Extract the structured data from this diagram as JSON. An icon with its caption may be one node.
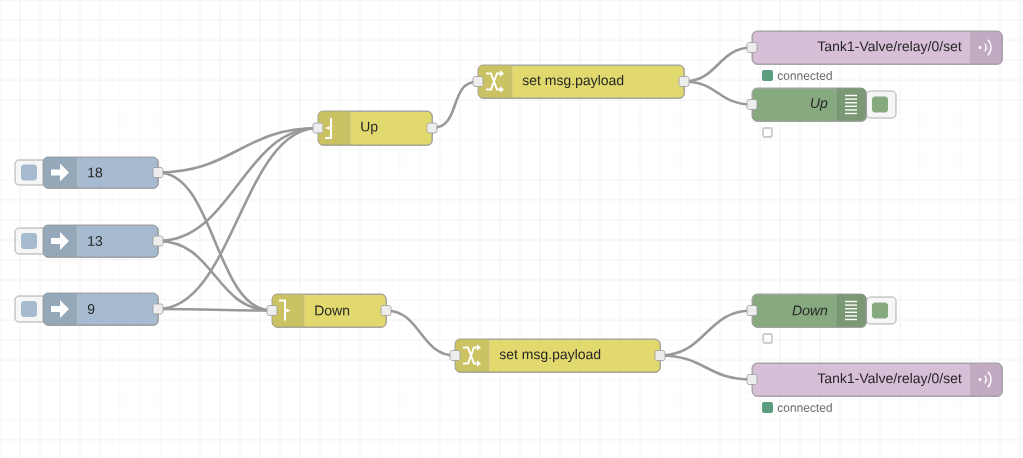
{
  "diagram": {
    "nodes": [
      {
        "text": [
          "Tank1-Valve/relay/0/set"
        ],
        "beside": [
          "connected"
        ]
      },
      {
        "text": [
          "set msg.payload"
        ]
      },
      {
        "text": [
          "Up"
        ]
      },
      {
        "text": [
          "Up"
        ]
      },
      {
        "text": [
          "18"
        ]
      },
      {
        "text": [
          "13"
        ]
      },
      {
        "text": [
          "9"
        ]
      },
      {
        "text": [
          "Down"
        ]
      },
      {
        "text": [
          "Down"
        ]
      },
      {
        "text": [
          "set msg.payload"
        ]
      },
      {
        "text": [
          "Tank1-Valve/relay/0/set"
        ],
        "beside": [
          "connected"
        ]
      }
    ],
    "edges": [
      {
        "from": 4,
        "to": 3,
        "arrow": "none"
      },
      {
        "from": 4,
        "to": 7,
        "arrow": "none"
      },
      {
        "from": 5,
        "to": 3,
        "arrow": "none"
      },
      {
        "from": 5,
        "to": 7,
        "arrow": "none"
      },
      {
        "from": 6,
        "to": 3,
        "arrow": "none"
      },
      {
        "from": 6,
        "to": 7,
        "arrow": "none"
      },
      {
        "from": 3,
        "to": 1,
        "arrow": "none"
      },
      {
        "from": 1,
        "to": 0,
        "arrow": "none"
      },
      {
        "from": 1,
        "to": 2,
        "arrow": "none"
      },
      {
        "from": 7,
        "to": 9,
        "arrow": "none"
      },
      {
        "from": 9,
        "to": 8,
        "arrow": "none"
      },
      {
        "from": 9,
        "to": 10,
        "arrow": "none"
      }
    ]
  }
}
